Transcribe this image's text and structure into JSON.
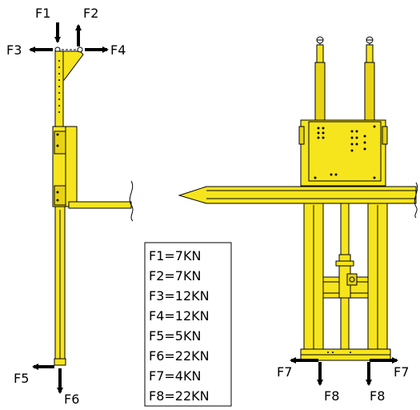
{
  "colors": {
    "structure": "#f6e51c",
    "structure_dark": "#e7d313",
    "outline": "#000000",
    "arrow": "#000000",
    "background": "#ffffff"
  },
  "force_labels": {
    "f1": "F1",
    "f2": "F2",
    "f3": "F3",
    "f4": "F4",
    "f5": "F5",
    "f6": "F6",
    "f7_left": "F7",
    "f7_right": "F7",
    "f8_left": "F8",
    "f8_right": "F8"
  },
  "load_table": [
    "F1=7KN",
    "F2=7KN",
    "F3=12KN",
    "F4=12KN",
    "F5=5KN",
    "F6=22KN",
    "F7=4KN",
    "F8=22KN"
  ]
}
